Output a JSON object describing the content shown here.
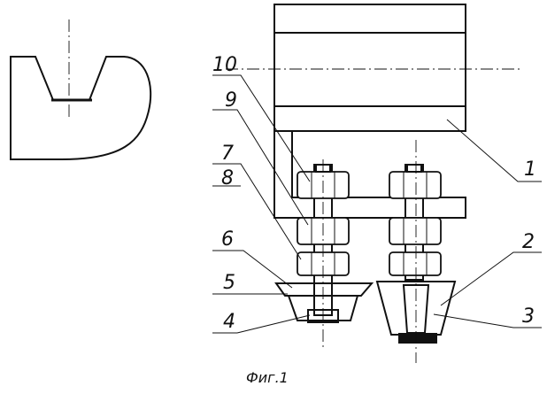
{
  "figure": {
    "caption": "Фиг.1",
    "callouts": [
      {
        "id": "c1",
        "text": "1"
      },
      {
        "id": "c2",
        "text": "2"
      },
      {
        "id": "c3",
        "text": "3"
      },
      {
        "id": "c4",
        "text": "4"
      },
      {
        "id": "c5",
        "text": "5"
      },
      {
        "id": "c6",
        "text": "6"
      },
      {
        "id": "c7",
        "text": "7"
      },
      {
        "id": "c8",
        "text": "8"
      },
      {
        "id": "c9",
        "text": "9"
      },
      {
        "id": "c10",
        "text": "10"
      }
    ]
  }
}
